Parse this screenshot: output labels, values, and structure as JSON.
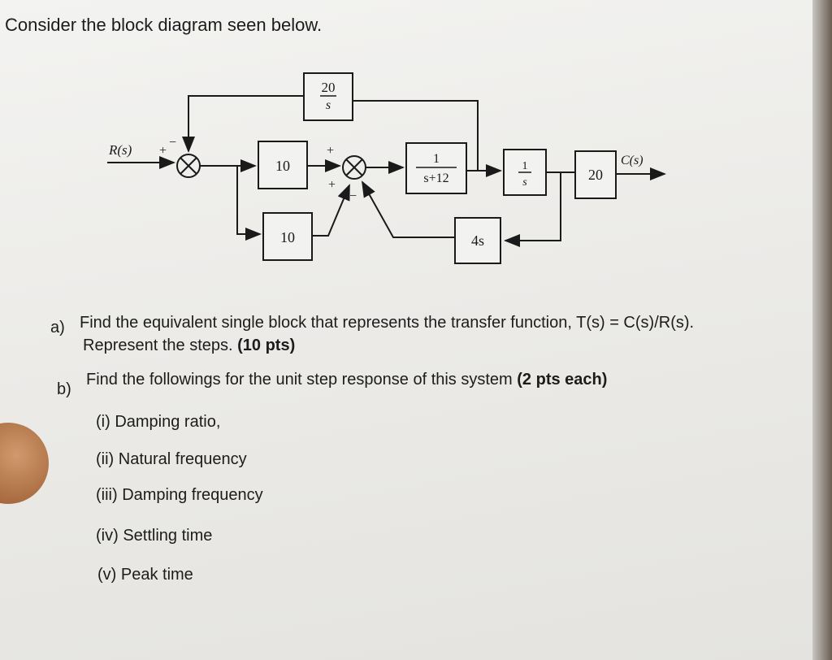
{
  "heading": "Consider the block diagram seen below.",
  "diagram": {
    "input_label": "R(s)",
    "output_label": "C(s)",
    "blocks": {
      "top_num": "20",
      "top_den": "s",
      "gain_upper": "10",
      "gain_lower": "10",
      "plant_num": "1",
      "plant_den": "s+12",
      "integ_num": "1",
      "integ_den": "s",
      "gain_out": "20",
      "feedback": "4s"
    },
    "signs": {
      "sum1_left": "+",
      "sum1_top": "−",
      "sum2_top": "+",
      "sum2_left": "+",
      "sum2_bottom": "−"
    }
  },
  "questions": {
    "a_label": "a)",
    "a_line1": "Find the equivalent single block that represents the transfer function, T(s) = C(s)/R(s).",
    "a_line2_prefix": "Represent the steps. ",
    "a_points": "(10 pts)",
    "b_label": "b)",
    "b_line_prefix": "Find the followings for the unit step response of this system ",
    "b_points": "(2 pts each)",
    "items": [
      "(i)  Damping ratio,",
      "(ii) Natural frequency",
      "(iii) Damping frequency",
      "(iv) Settling time",
      "(v)  Peak time"
    ]
  }
}
